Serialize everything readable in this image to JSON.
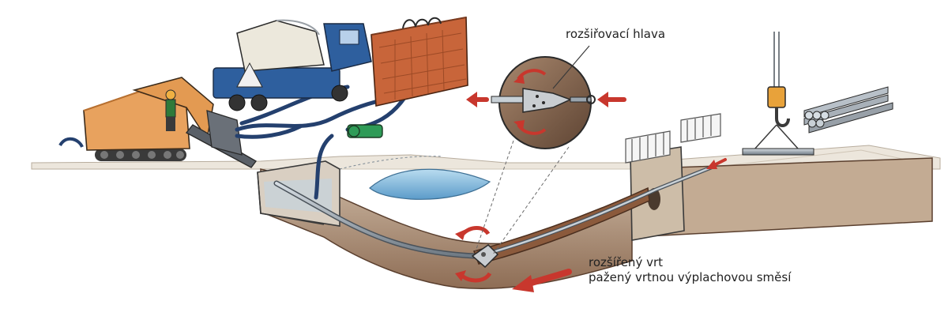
{
  "labels": {
    "reamer_head": "rozšiřovací hlava",
    "bore_line1": "rozšířený vrt",
    "bore_line2": "pažený vrtnou výplachovou směsí"
  },
  "colors": {
    "ground": "#e7e1d6",
    "soil_dark": "#7a5a44",
    "soil_light": "#b59b84",
    "bore_fill": "#8b5a3c",
    "water": "#7fb6d8",
    "drill_rig": "#e8a25e",
    "truck_cab": "#2e5f9e",
    "truck_tank": "#ece8dc",
    "container": "#c8653a",
    "hose": "#24406e",
    "pump": "#2e9b57",
    "arrow": "#c8372d",
    "pipe": "#9aa4ad",
    "fence": "#f2f2f2",
    "crane": "#9aa0a6",
    "hook": "#e8a23a",
    "outline": "#2a2a2a"
  },
  "icons": [
    "drill-rig-icon",
    "mixing-truck-icon",
    "mud-container-icon",
    "pump-icon",
    "reamer-head-icon",
    "crane-hook-icon",
    "pipe-stack-icon",
    "fence-icon",
    "direction-arrow-icon",
    "rotation-arrow-icon",
    "worker-icon"
  ]
}
